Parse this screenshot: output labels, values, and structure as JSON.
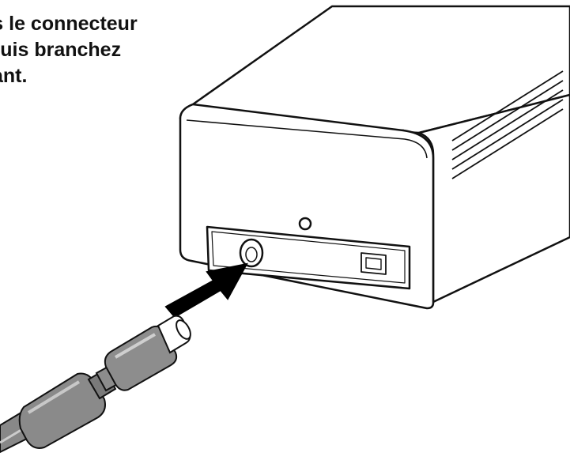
{
  "instruction": {
    "lines": [
      "ns le connecteur",
      "puis branchez",
      "ant."
    ]
  },
  "colors": {
    "line": "#111111",
    "device_fill": "#ffffff",
    "plug_dark": "#7a7a7a",
    "plug_mid": "#9a9a9a",
    "plug_light": "#d2d2d2",
    "arrow": "#000000"
  },
  "icons": [
    "arrow-icon",
    "dc-power-jack-icon",
    "usb-port-icon"
  ]
}
